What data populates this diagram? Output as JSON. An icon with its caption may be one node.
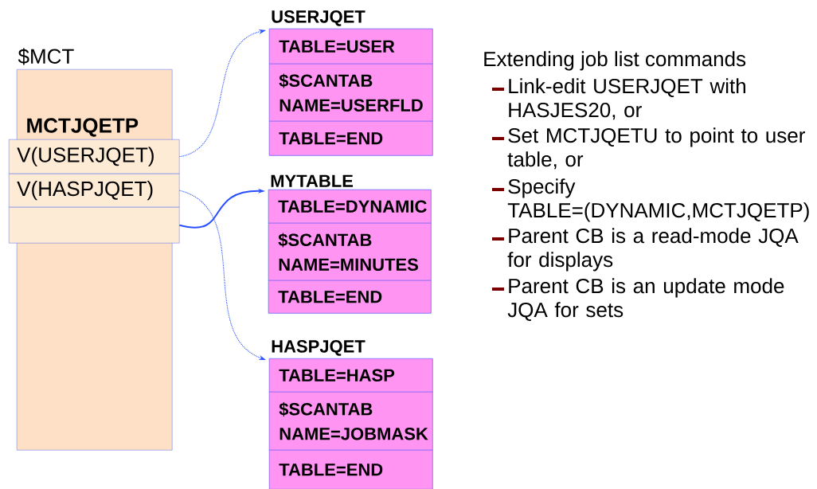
{
  "diagram": {
    "nodes": [
      {
        "text": [
          "$MCT",
          "MCTJQETP"
        ]
      },
      {
        "text": [
          "V(USERJQET)"
        ]
      },
      {
        "text": [
          "V(HASPJQET)"
        ]
      },
      {
        "text": [],
        "shape": "box"
      },
      {
        "text": [
          "USERJQET"
        ]
      },
      {
        "text": [
          "TABLE=USER"
        ],
        "in": 4
      },
      {
        "text": [
          "$SCANTAB NAME=USERFLD"
        ],
        "in": 4
      },
      {
        "text": [
          "TABLE=END"
        ],
        "in": 4
      },
      {
        "text": [
          "MYTABLE"
        ]
      },
      {
        "text": [
          "TABLE=DYNAMIC"
        ],
        "in": 8
      },
      {
        "text": [
          "$SCANTAB NAME=MINUTES"
        ],
        "in": 8
      },
      {
        "text": [
          "TABLE=END"
        ],
        "in": 8
      },
      {
        "text": [
          "HASPJQET"
        ]
      },
      {
        "text": [
          "TABLE=HASP"
        ],
        "in": 12
      },
      {
        "text": [
          "$SCANTAB NAME=JOBMASK"
        ],
        "in": 12
      },
      {
        "text": [
          "TABLE=END"
        ],
        "in": 12
      }
    ],
    "edges": [
      {
        "from": 1,
        "to": 4,
        "arrow": "to",
        "style": "dashed"
      },
      {
        "from": 3,
        "to": 8,
        "arrow": "to"
      },
      {
        "from": 2,
        "to": 12,
        "arrow": "to",
        "style": "dashed"
      }
    ],
    "labels": [
      "Extending job list commands",
      "Link-edit USERJQET with HASJES20, or",
      "Set MCTJQETU to point to user table, or",
      "Specify TABLE=(DYNAMIC,MCTJQETP)",
      "Parent CB is a read-mode JQA for displays",
      "Parent CB is an update mode JQA for sets"
    ]
  }
}
